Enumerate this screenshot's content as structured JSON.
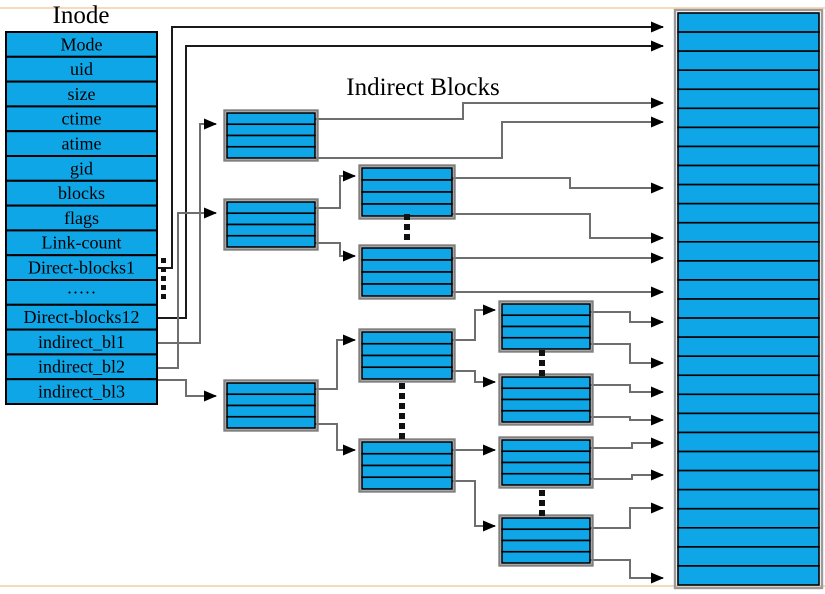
{
  "diagram": {
    "title_inode": "Inode",
    "title_indirect": "Indirect Blocks",
    "colors": {
      "block_fill": "#0fa6e8",
      "block_stroke": "#000000",
      "connector": "#6e6e6e",
      "frame": "#808080",
      "page_edge": "#f7d9bc",
      "background": "#ffffff"
    },
    "inode": {
      "label": "Inode",
      "fields": [
        {
          "name": "mode",
          "label": "Mode"
        },
        {
          "name": "uid",
          "label": "uid"
        },
        {
          "name": "size",
          "label": "size"
        },
        {
          "name": "ctime",
          "label": "ctime"
        },
        {
          "name": "atime",
          "label": "atime"
        },
        {
          "name": "gid",
          "label": "gid"
        },
        {
          "name": "blocks",
          "label": "blocks"
        },
        {
          "name": "flags",
          "label": "flags"
        },
        {
          "name": "link-count",
          "label": "Link-count"
        },
        {
          "name": "direct-blocks1",
          "label": "Direct-blocks1"
        },
        {
          "name": "ellipsis",
          "label": "·····"
        },
        {
          "name": "direct-blocks12",
          "label": "Direct-blocks12"
        },
        {
          "name": "indirect-bl1",
          "label": "indirect_bl1"
        },
        {
          "name": "indirect-bl2",
          "label": "indirect_bl2"
        },
        {
          "name": "indirect-bl3",
          "label": "indirect_bl3"
        }
      ]
    },
    "indirect_blocks": {
      "label": "Indirect Blocks",
      "rows_per_block": 4,
      "levels": [
        {
          "level": 1,
          "source": "indirect_bl1",
          "blocks": [
            {
              "id": "single-indirect-1"
            }
          ]
        },
        {
          "level": 2,
          "source": "indirect_bl2",
          "blocks": [
            {
              "id": "double-indirect-1"
            },
            {
              "id": "double-leaf-1"
            },
            {
              "id": "double-leaf-2"
            }
          ]
        },
        {
          "level": 3,
          "source": "indirect_bl3",
          "blocks": [
            {
              "id": "triple-indirect-1"
            },
            {
              "id": "triple-mid-1"
            },
            {
              "id": "triple-mid-2"
            },
            {
              "id": "triple-leaf-1"
            },
            {
              "id": "triple-leaf-2"
            },
            {
              "id": "triple-leaf-3"
            },
            {
              "id": "triple-leaf-4"
            }
          ]
        }
      ]
    },
    "data_blocks": {
      "name": "data-block-column",
      "row_count": 30,
      "arrow_count": 18
    }
  }
}
